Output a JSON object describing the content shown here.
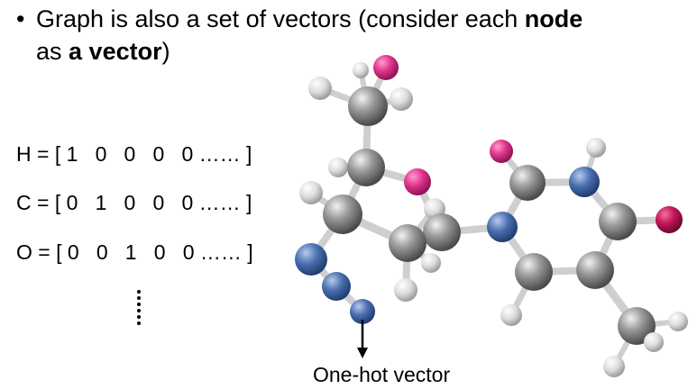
{
  "bullet": {
    "dot": "•",
    "part1": "Graph is also a set of vectors (consider each ",
    "bold1": "node",
    "part2": "as ",
    "bold2": "a vector",
    "part3": ")"
  },
  "vectors": [
    {
      "label": "H = [ 1   0   0   0   0 …… ]"
    },
    {
      "label": "C = [ 0   1   0   0   0 …… ]"
    },
    {
      "label": "O = [ 0   0   1   0   0 …… ]"
    }
  ],
  "caption": "One-hot vector",
  "colors": {
    "carbon": "#8c8c8c",
    "hydrogen": "#d9d9d9",
    "oxygen": "#e0348e",
    "nitrogen": "#4a6fb0",
    "double_oxygen": "#c4145a"
  }
}
